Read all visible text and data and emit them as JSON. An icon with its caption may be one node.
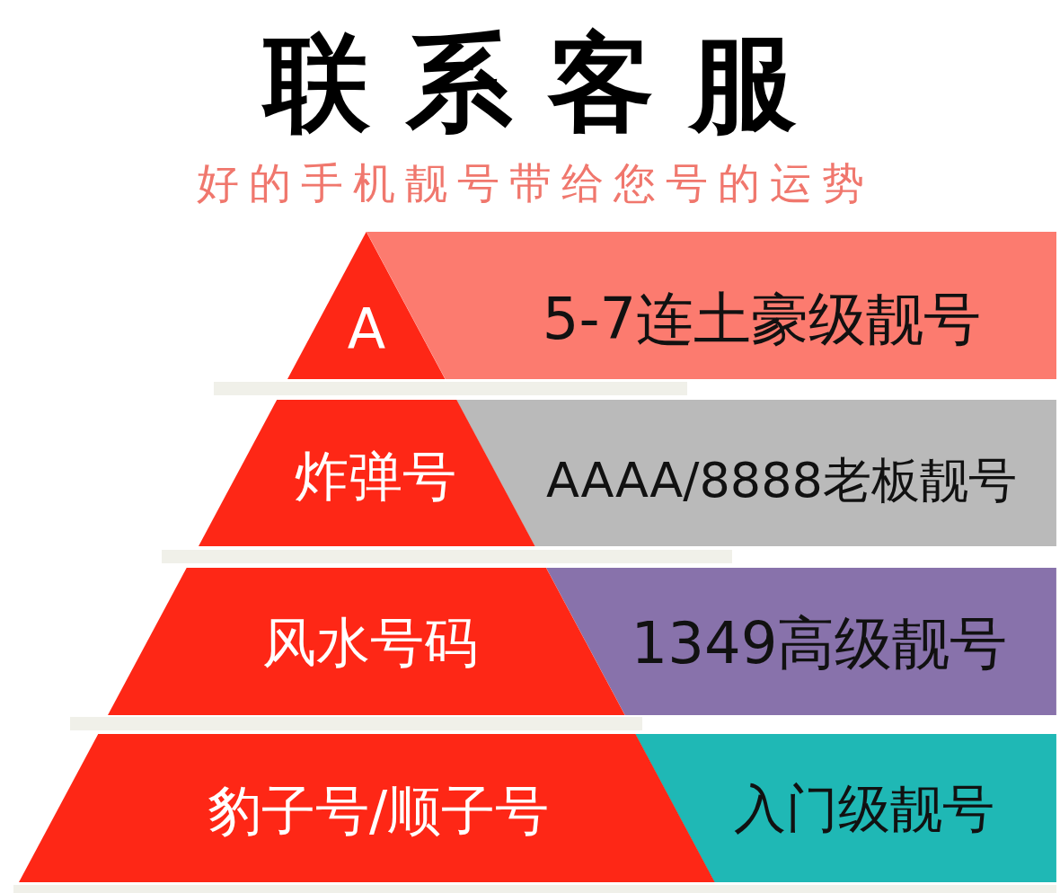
{
  "diagram": {
    "title": "联系客服",
    "nodes": [
      {
        "text": [
          "A"
        ]
      },
      {
        "text": [
          "5-7连土豪级靓号"
        ]
      },
      {
        "text": [
          "炸弹号"
        ]
      },
      {
        "text": [
          "AAAA/8888老板靓号"
        ]
      },
      {
        "text": [
          "风水号码"
        ]
      },
      {
        "text": [
          "1349高级靓号"
        ]
      },
      {
        "text": [
          "豹子号/顺子号"
        ]
      },
      {
        "text": [
          "入门级靓号"
        ]
      }
    ],
    "labels": [
      "好的手机靓号带给您号的运势"
    ]
  }
}
